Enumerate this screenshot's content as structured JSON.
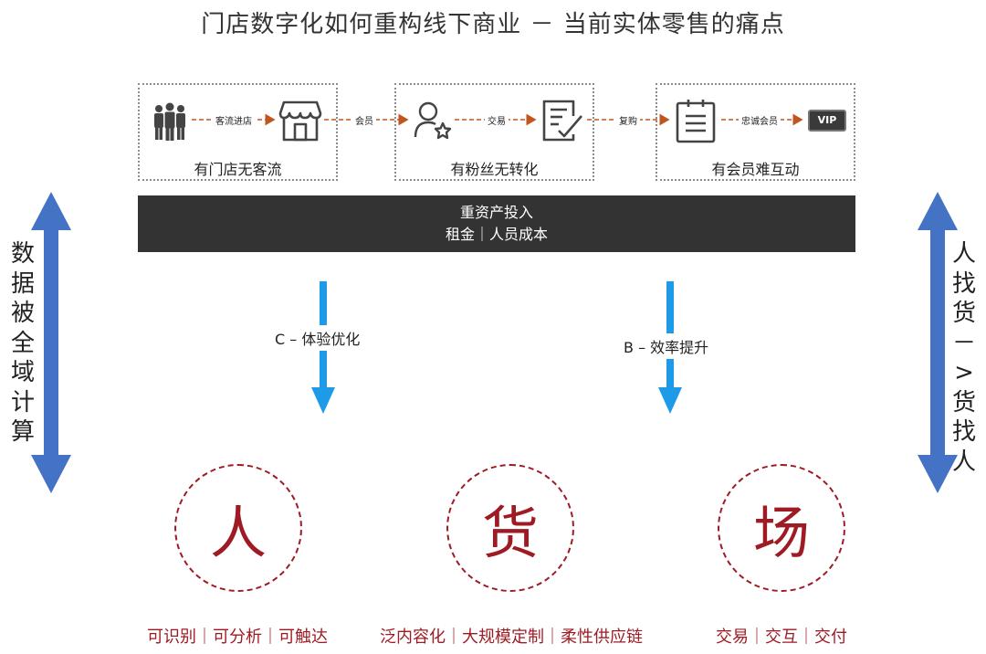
{
  "title": "门店数字化如何重构线下商业 － 当前实体零售的痛点",
  "stages": [
    {
      "label": "有门店无客流",
      "icons": [
        "crowd-icon",
        "store-icon"
      ]
    },
    {
      "label": "有粉丝无转化",
      "icons": [
        "fan-star-icon",
        "checklist-icon"
      ]
    },
    {
      "label": "有会员难互动",
      "icons": [
        "document-icon",
        "vip-card-icon"
      ]
    }
  ],
  "flow_labels": [
    "客流进店",
    "会员",
    "交易",
    "复购",
    "忠诚会员"
  ],
  "vip_text": "VIP",
  "bar": {
    "line1": "重资产投入",
    "line2": "租金｜人员成本"
  },
  "side_left": [
    "数",
    "据",
    "被",
    "全",
    "域",
    "计",
    "算"
  ],
  "side_right": [
    "人",
    "找",
    "货",
    "－",
    ">",
    "货",
    "找",
    "人"
  ],
  "middle_arrows": [
    {
      "label": "C – 体验优化"
    },
    {
      "label": "B – 效率提升"
    }
  ],
  "circles": [
    {
      "char": "人",
      "caption": "可识别｜可分析｜可触达"
    },
    {
      "char": "货",
      "caption": "泛内容化｜大规模定制｜柔性供应链"
    },
    {
      "char": "场",
      "caption": "交易｜交互｜交付"
    }
  ],
  "colors": {
    "accent_red": "#9e1b24",
    "flow_arrow": "#c0561f",
    "side_arrow": "#4472c4",
    "mid_arrow": "#1e9be8",
    "bar": "#333333"
  }
}
